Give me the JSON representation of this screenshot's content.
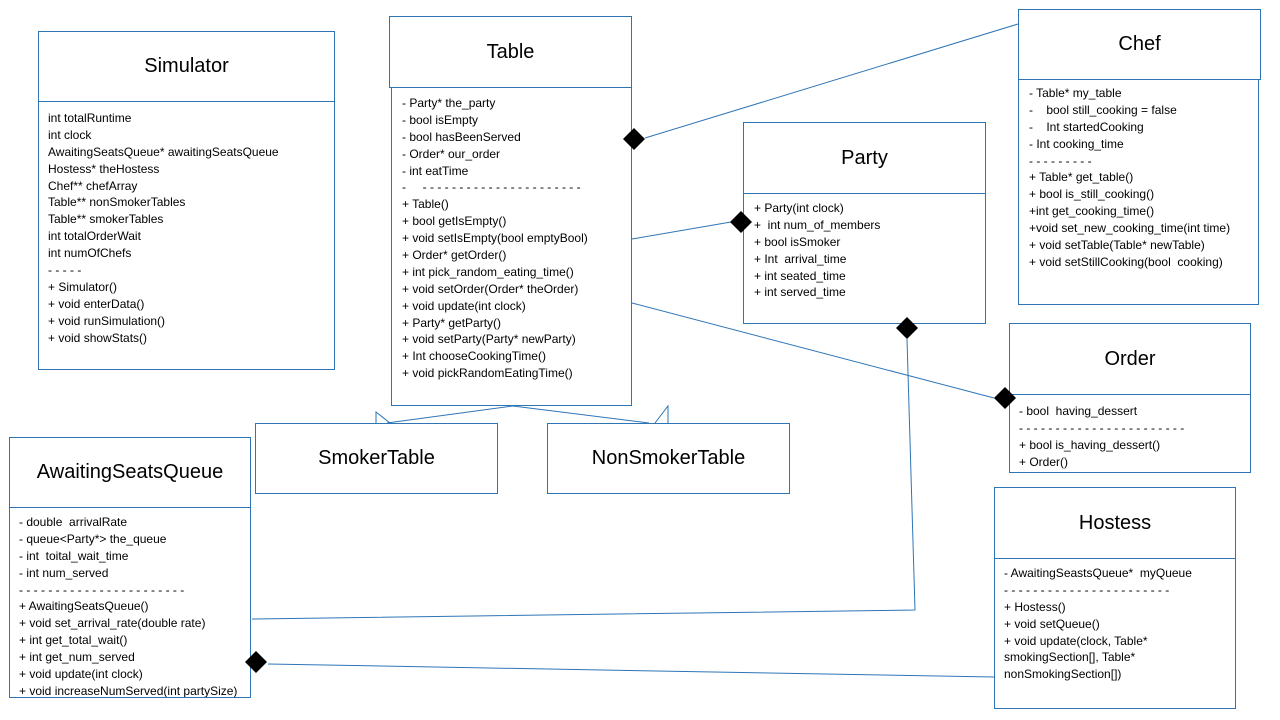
{
  "diagram": {
    "colors": {
      "border": "#2e75b6",
      "connector": "#2e75b6",
      "diamond": "#000000",
      "text": "#000000",
      "background": "#ffffff"
    },
    "classes": {
      "simulator": {
        "name": "Simulator",
        "members": [
          "int totalRuntime",
          "int clock",
          "AwaitingSeatsQueue* awaitingSeatsQueue",
          "Hostess* theHostess",
          "Chef** chefArray",
          "Table** nonSmokerTables",
          "Table** smokerTables",
          "int totalOrderWait",
          "int numOfChefs",
          "- - - - -",
          "+ Simulator()",
          "+ void enterData()",
          "+ void runSimulation()",
          "+ void showStats()"
        ]
      },
      "table": {
        "name": "Table",
        "members": [
          "- Party* the_party",
          "- bool isEmpty",
          "- bool hasBeenServed",
          "- Order* our_order",
          "- int eatTime",
          "-     - - - - - - - - - - - - - - - - - - - - - -",
          "+ Table()",
          "+ bool getIsEmpty()",
          "+ void setIsEmpty(bool emptyBool)",
          "+ Order* getOrder()",
          "+ int pick_random_eating_time()",
          "+ void setOrder(Order* theOrder)",
          "+ void update(int clock)",
          "+ Party* getParty()",
          "+ void setParty(Party* newParty)",
          "+ Int chooseCookingTime()",
          "+ void pickRandomEatingTime()"
        ]
      },
      "chef": {
        "name": "Chef",
        "members": [
          "- Table* my_table",
          "-    bool still_cooking = false",
          "-    Int startedCooking",
          "- Int cooking_time",
          "- - - - - - - - -",
          "+ Table* get_table()",
          "+ bool is_still_cooking()",
          "+int get_cooking_time()",
          "+void set_new_cooking_time(int time)",
          "+ void setTable(Table* newTable)",
          "+ void setStillCooking(bool  cooking)"
        ]
      },
      "party": {
        "name": "Party",
        "members": [
          "+ Party(int clock)",
          "+  int num_of_members",
          "+ bool isSmoker",
          "+ Int  arrival_time",
          "+ int seated_time",
          "+ int served_time"
        ]
      },
      "order": {
        "name": "Order",
        "members": [
          "- bool  having_dessert",
          "- - - - - - - - - - - - - - - - - - - - - - -",
          "+ bool is_having_dessert()",
          "+ Order()"
        ]
      },
      "awaiting_seats_queue": {
        "name": "AwaitingSeatsQueue",
        "members": [
          "- double  arrivalRate",
          "- queue<Party*> the_queue",
          "- int  toital_wait_time",
          "- int num_served",
          "- - - - - - - - - - - - - - - - - - - - - - -",
          "+ AwaitingSeatsQueue()",
          "+ void set_arrival_rate(double rate)",
          "+ int get_total_wait()",
          "+ int get_num_served",
          "+ void update(int clock)",
          "+ void increaseNumServed(int partySize)"
        ]
      },
      "hostess": {
        "name": "Hostess",
        "members": [
          "- AwaitingSeastsQueue*  myQueue",
          "- - - - - - - - - - - - - - - - - - - - - - -",
          "+ Hostess()",
          "+ void setQueue()",
          "+ void update(clock, Table* smokingSection[],  Table* nonSmokingSection[])"
        ]
      },
      "smoker_table": {
        "name": "SmokerTable"
      },
      "non_smoker_table": {
        "name": "NonSmokerTable"
      }
    }
  }
}
